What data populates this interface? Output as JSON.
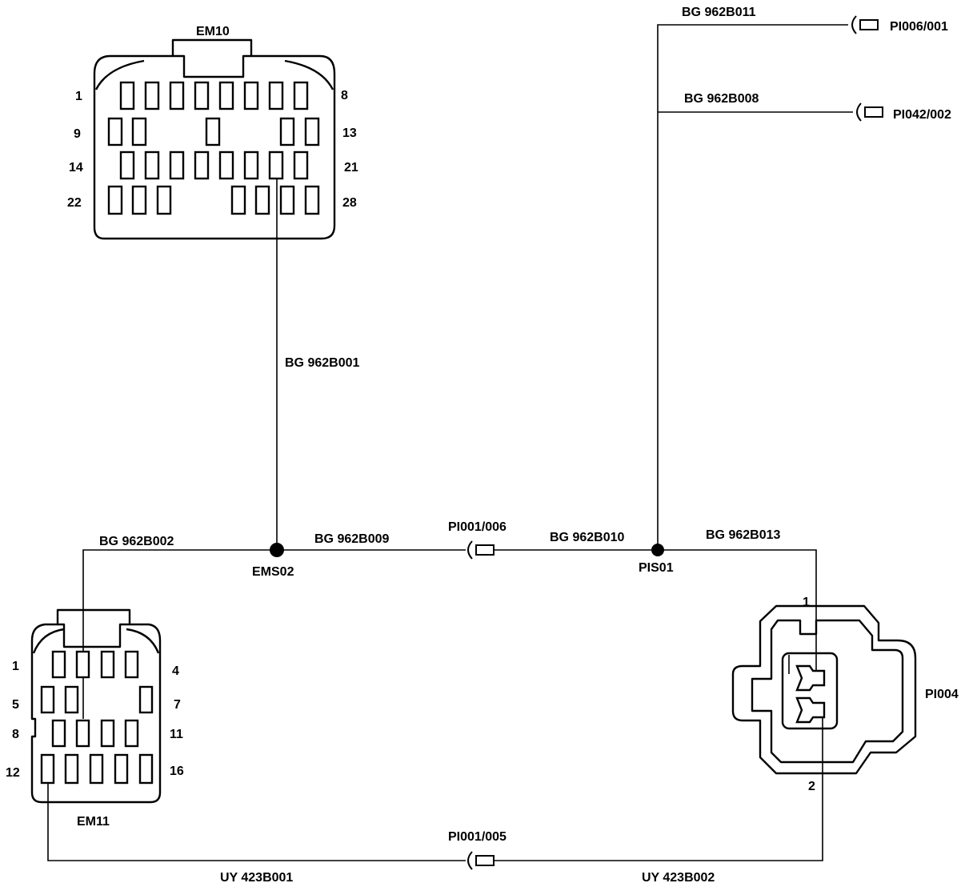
{
  "connectors": {
    "em10": {
      "name": "EM10",
      "row_labels": {
        "r1_left": "1",
        "r1_right": "8",
        "r2_left": "9",
        "r2_right": "13",
        "r3_left": "14",
        "r3_right": "21",
        "r4_left": "22",
        "r4_right": "28"
      }
    },
    "em11": {
      "name": "EM11",
      "row_labels": {
        "r1_left": "1",
        "r1_right": "4",
        "r2_left": "5",
        "r2_right": "7",
        "r3_left": "8",
        "r3_right": "11",
        "r4_left": "12",
        "r4_right": "16"
      }
    },
    "pi004": {
      "name": "PI004",
      "pin1": "1",
      "pin2": "2"
    },
    "pi006_001": {
      "name": "PI006/001"
    },
    "pi042_002": {
      "name": "PI042/002"
    },
    "pi001_006": {
      "name": "PI001/006"
    },
    "pi001_005": {
      "name": "PI001/005"
    }
  },
  "splices": {
    "ems02": "EMS02",
    "pis01": "PIS01"
  },
  "wires": {
    "w962b011": "BG 962B011",
    "w962b008": "BG 962B008",
    "w962b001": "BG 962B001",
    "w962b002": "BG 962B002",
    "w962b009": "BG 962B009",
    "w962b010": "BG 962B010",
    "w962b013": "BG 962B013",
    "w423b001": "UY 423B001",
    "w423b002": "UY 423B002"
  },
  "colors": {
    "line": "#000000",
    "background": "#ffffff"
  }
}
